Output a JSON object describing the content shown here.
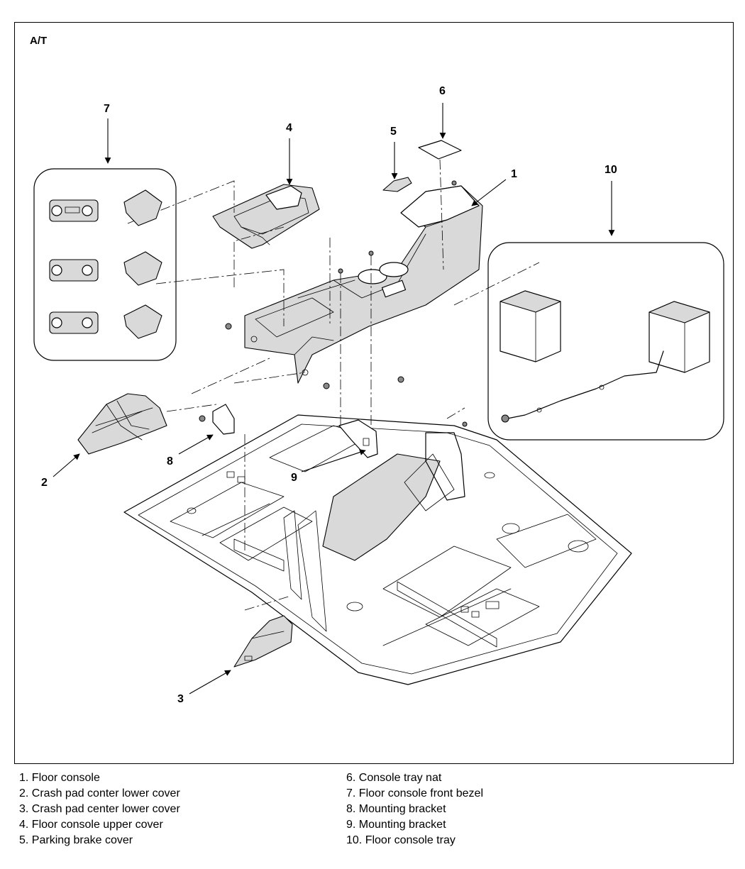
{
  "diagram": {
    "title": "A/T",
    "callouts": [
      "1",
      "2",
      "3",
      "4",
      "5",
      "6",
      "7",
      "8",
      "9",
      "10"
    ]
  },
  "legend": {
    "left": [
      "1. Floor console",
      "2. Crash pad conter lower cover",
      "3. Crash pad center lower cover",
      "4. Floor console upper cover",
      "5. Parking brake cover"
    ],
    "right": [
      "6. Console tray nat",
      "7. Floor console front bezel",
      "8. Mounting bracket",
      "9. Mounting bracket",
      "10. Floor console tray"
    ]
  }
}
